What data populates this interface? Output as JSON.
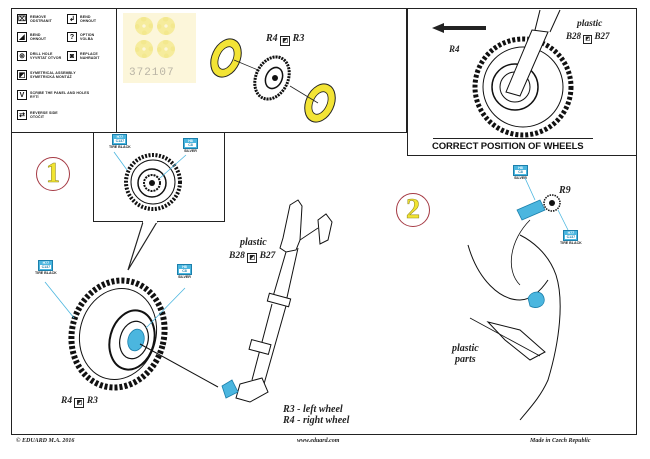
{
  "legend": {
    "items": [
      {
        "icon": "remove-icon",
        "glyph": "⌧",
        "line1": "REMOVE",
        "line2": "ODSTRANIT"
      },
      {
        "icon": "bend-icon",
        "glyph": "↲",
        "line1": "BEND",
        "line2": "OHNOUT"
      },
      {
        "icon": "bend-curve-icon",
        "glyph": "◢",
        "line1": "BEND",
        "line2": "OHNOUT"
      },
      {
        "icon": "option-icon",
        "glyph": "?",
        "line1": "OPTION",
        "line2": "VOLBA"
      },
      {
        "icon": "drill-hole-icon",
        "glyph": "⊚",
        "line1": "DRILL HOLE",
        "line2": "VYVRTAT OTVOR"
      },
      {
        "icon": "replace-icon",
        "glyph": "◙",
        "line1": "REPLACE",
        "line2": "NAHRADIT"
      },
      {
        "icon": "symmetrical-assembly-icon",
        "glyph": "◩",
        "line1": "SYMETRICAL ASSEMBLY",
        "line2": "SYMETRICKÁ MONTÁŽ"
      },
      {
        "icon": "scribe-icon",
        "glyph": "V",
        "line1": "SCRIBE THE PANEL AND HOLES",
        "line2": "RÝTÍ"
      },
      {
        "icon": "reverse-side-icon",
        "glyph": "⇄",
        "line1": "REVERSE SIDE",
        "line2": "OTOČIT"
      }
    ]
  },
  "fret": {
    "code": "372107"
  },
  "top": {
    "parts": {
      "left": "R4",
      "right": "R3"
    }
  },
  "correct_position": {
    "title": "CORRECT POSITION OF WHEELS",
    "part": "R4",
    "plastic_label": "plastic",
    "plastic_left": "B28",
    "plastic_right": "B27"
  },
  "step1": {
    "number": "1",
    "plastic_label": "plastic",
    "plastic_left": "B28",
    "plastic_right": "B27",
    "wheel_parts": {
      "left": "R4",
      "right": "R3"
    },
    "note_line1": "R3 - left wheel",
    "note_line2": "R4 - right wheel"
  },
  "step2": {
    "number": "2",
    "part": "R9",
    "plastic_line1": "plastic",
    "plastic_line2": "parts"
  },
  "paints": {
    "tire_black": {
      "code1": "H77",
      "code2": "C137",
      "name": "TIRE BLACK"
    },
    "silver": {
      "code1": "H8",
      "code2": "C8",
      "name": "SILVER"
    }
  },
  "colors": {
    "paint_blue": "#4bb6df",
    "pe_yellow": "#f3e435",
    "step_red": "#a53a44"
  },
  "footer": {
    "copyright": "© EDUARD M.A. 2016",
    "url": "www.eduard.com",
    "made_in": "Made in Czech Republic"
  }
}
